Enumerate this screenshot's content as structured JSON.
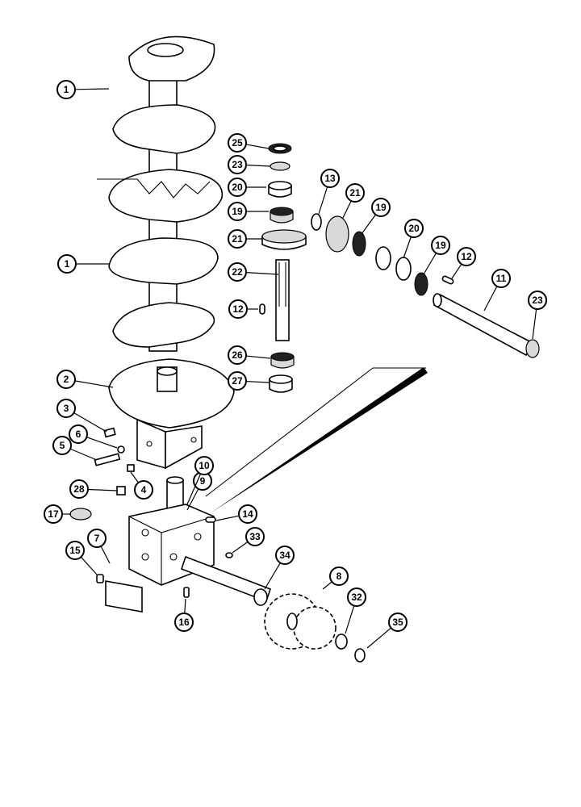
{
  "callouts": [
    {
      "id": "c1a",
      "label": "1"
    },
    {
      "id": "c1b",
      "label": "1"
    },
    {
      "id": "c2",
      "label": "2"
    },
    {
      "id": "c3",
      "label": "3"
    },
    {
      "id": "c4",
      "label": "4"
    },
    {
      "id": "c5",
      "label": "5"
    },
    {
      "id": "c6",
      "label": "6"
    },
    {
      "id": "c7",
      "label": "7"
    },
    {
      "id": "c8",
      "label": "8"
    },
    {
      "id": "c9",
      "label": "9"
    },
    {
      "id": "c10",
      "label": "10"
    },
    {
      "id": "c11",
      "label": "11"
    },
    {
      "id": "c12a",
      "label": "12"
    },
    {
      "id": "c12b",
      "label": "12"
    },
    {
      "id": "c13",
      "label": "13"
    },
    {
      "id": "c14",
      "label": "14"
    },
    {
      "id": "c15",
      "label": "15"
    },
    {
      "id": "c16",
      "label": "16"
    },
    {
      "id": "c17",
      "label": "17"
    },
    {
      "id": "c19a",
      "label": "19"
    },
    {
      "id": "c19b",
      "label": "19"
    },
    {
      "id": "c19c",
      "label": "19"
    },
    {
      "id": "c20a",
      "label": "20"
    },
    {
      "id": "c20b",
      "label": "20"
    },
    {
      "id": "c21a",
      "label": "21"
    },
    {
      "id": "c21b",
      "label": "21"
    },
    {
      "id": "c22",
      "label": "22"
    },
    {
      "id": "c23a",
      "label": "23"
    },
    {
      "id": "c23b",
      "label": "23"
    },
    {
      "id": "c25",
      "label": "25"
    },
    {
      "id": "c26",
      "label": "26"
    },
    {
      "id": "c27",
      "label": "27"
    },
    {
      "id": "c28",
      "label": "28"
    },
    {
      "id": "c32",
      "label": "32"
    },
    {
      "id": "c33",
      "label": "33"
    },
    {
      "id": "c34",
      "label": "34"
    },
    {
      "id": "c35",
      "label": "35"
    }
  ]
}
